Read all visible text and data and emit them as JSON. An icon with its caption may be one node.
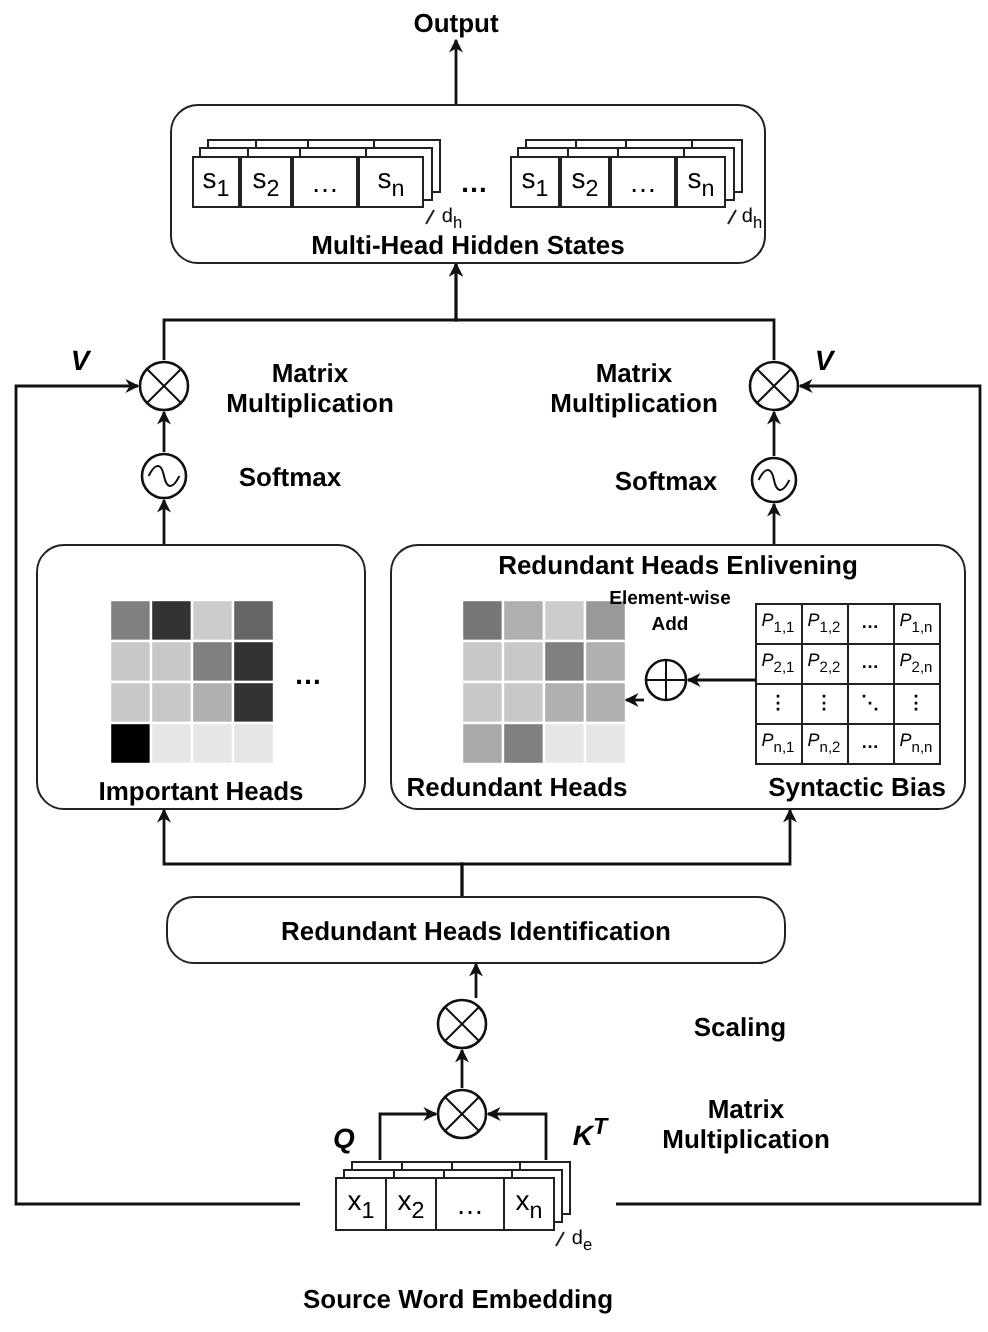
{
  "diagram": {
    "nodes": [
      {
        "text": [
          "Output"
        ]
      },
      {
        "text": [
          "Multi-Head Hidden States"
        ]
      },
      {
        "text": [],
        "shape": "circle",
        "beside": [
          "Matrix Multiplication"
        ]
      },
      {
        "text": [],
        "shape": "circle",
        "beside": [
          "Softmax"
        ]
      },
      {
        "text": [],
        "shape": "circle",
        "beside": [
          "Matrix Multiplication"
        ]
      },
      {
        "text": [],
        "shape": "circle",
        "beside": [
          "Softmax"
        ]
      },
      {
        "text": [
          "Important Heads"
        ]
      },
      {
        "text": [
          "Redundant Heads Enlivening"
        ]
      },
      {
        "text": [
          "Redundant Heads"
        ],
        "in": 7
      },
      {
        "text": [],
        "shape": "circle",
        "in": 7
      },
      {
        "text": [
          "Syntactic Bias"
        ],
        "in": 7
      },
      {
        "text": [
          "Redundant Heads Identification"
        ]
      },
      {
        "text": [],
        "shape": "circle"
      },
      {
        "text": [],
        "shape": "circle"
      },
      {
        "text": [
          "Source Word Embedding"
        ]
      }
    ],
    "edges": [
      {
        "from": 1,
        "to": 0,
        "arrow": "to"
      },
      {
        "from": 2,
        "to": 1,
        "arrow": "to"
      },
      {
        "from": 4,
        "to": 1,
        "arrow": "to"
      },
      {
        "from": 3,
        "to": 2,
        "arrow": "to"
      },
      {
        "from": 5,
        "to": 4,
        "arrow": "to"
      },
      {
        "from": 6,
        "to": 3,
        "arrow": "to"
      },
      {
        "from": 7,
        "to": 5,
        "arrow": "to"
      },
      {
        "from": 14,
        "to": 2,
        "arrow": "to",
        "label": "V"
      },
      {
        "from": 14,
        "to": 4,
        "arrow": "to",
        "label": "V"
      },
      {
        "from": 10,
        "to": 9,
        "arrow": "to"
      },
      {
        "from": 9,
        "to": 8,
        "arrow": "to"
      },
      {
        "from": 11,
        "to": 6,
        "arrow": "to"
      },
      {
        "from": 11,
        "to": 7,
        "arrow": "to"
      },
      {
        "from": 12,
        "to": 11,
        "arrow": "to"
      },
      {
        "from": 13,
        "to": 12,
        "arrow": "to"
      },
      {
        "from": 14,
        "to": 13,
        "arrow": "to",
        "label": "Q"
      },
      {
        "from": 14,
        "to": 13,
        "arrow": "to",
        "label": "K$^{T}$"
      }
    ],
    "labels": [
      "s$_{1}$",
      "s$_{2}$",
      "…",
      "s$_{n}$",
      "d$_{h}$",
      "…",
      "s$_{1}$",
      "s$_{2}$",
      "…",
      "s$_{n}$",
      "d$_{h}$",
      "…",
      "*P*$_{1,1}$",
      "*P*$_{1,2}$",
      "…",
      "*P*$_{1,n}$",
      "*P*$_{2,1}$",
      "*P*$_{2,2}$",
      "…",
      "*P*$_{2,n}$",
      "⋮",
      "⋮",
      "⋱",
      "⋮",
      "*P*$_{n,1}$",
      "*P*$_{n,2}$",
      "…",
      "*P*$_{n,n}$",
      "x$_{1}$",
      "x$_{2}$",
      "…",
      "x$_{n}$",
      "d$_{e}$",
      "Scaling",
      "Matrix Multiplication",
      "Element-wise Add"
    ]
  }
}
